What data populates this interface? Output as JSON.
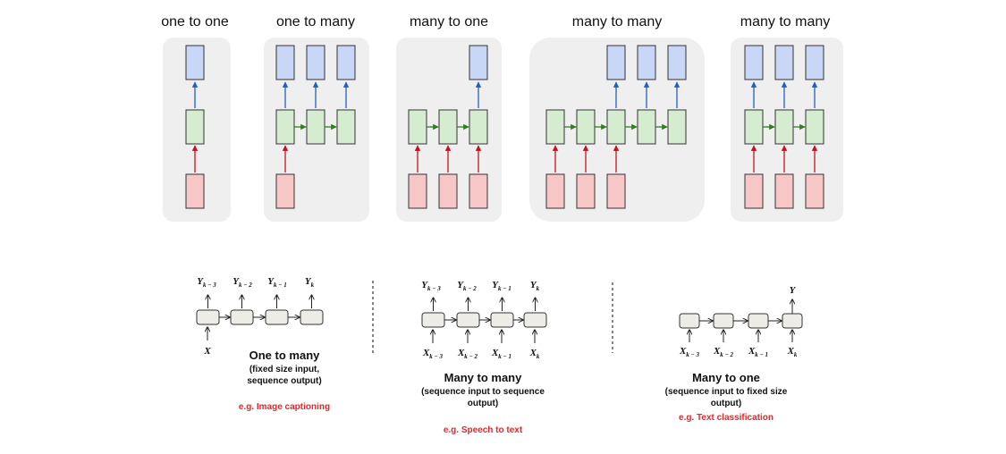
{
  "top_panels": [
    {
      "title": "one to one"
    },
    {
      "title": "one to many"
    },
    {
      "title": "many to one"
    },
    {
      "title": "many to many"
    },
    {
      "title": "many to many"
    }
  ],
  "bottom": {
    "one_to_many": {
      "outputs": [
        [
          "Y",
          "k − 3"
        ],
        [
          "Y",
          "k − 2"
        ],
        [
          "Y",
          "k − 1"
        ],
        [
          "Y",
          "k"
        ]
      ],
      "input": [
        "X",
        ""
      ],
      "title": "One to many",
      "desc_line1": "(fixed size input,",
      "desc_line2": "sequence output)",
      "example": "e.g. Image captioning"
    },
    "many_to_many": {
      "outputs": [
        [
          "Y",
          "k − 3"
        ],
        [
          "Y",
          "k − 2"
        ],
        [
          "Y",
          "k − 1"
        ],
        [
          "Y",
          "k"
        ]
      ],
      "inputs": [
        [
          "X",
          "k − 3"
        ],
        [
          "X",
          "k − 2"
        ],
        [
          "X",
          "k − 1"
        ],
        [
          "X",
          "k"
        ]
      ],
      "title": "Many to many",
      "desc_line1": "(sequence input to sequence",
      "desc_line2": "output)",
      "example": "e.g. Speech to text"
    },
    "many_to_one": {
      "output": [
        "Y",
        ""
      ],
      "inputs": [
        [
          "X",
          "k − 3"
        ],
        [
          "X",
          "k − 2"
        ],
        [
          "X",
          "k − 1"
        ],
        [
          "X",
          "k"
        ]
      ],
      "title": "Many to one",
      "desc_line1": "(sequence input to fixed size",
      "desc_line2": "output)",
      "example": "e.g. Text classification"
    }
  },
  "colors": {
    "panel_bg": "#efefef",
    "input_fill": "#f7c6c7",
    "hidden_fill": "#d6ecd0",
    "output_fill": "#c7d7f5",
    "box_stroke": "#333333",
    "input_arrow": "#c0141b",
    "hidden_arrow": "#2e7d1f",
    "output_arrow": "#1f5fbf",
    "cell_fill": "#eeece6",
    "example_text": "#e8262b"
  }
}
